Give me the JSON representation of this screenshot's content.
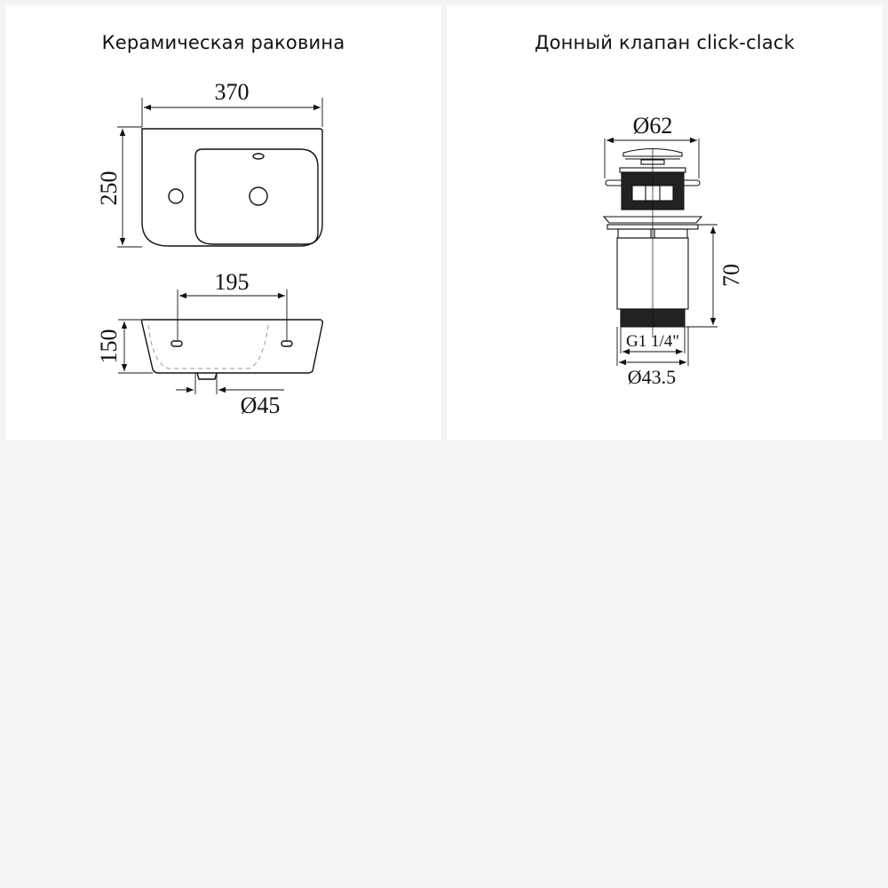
{
  "panels": {
    "sink": {
      "title": "Керамическая раковина",
      "dimensions": {
        "width": "370",
        "depth": "250",
        "tap_hole_spacing": "195",
        "height": "150",
        "drain_diameter": "Ø45"
      }
    },
    "valve": {
      "title": "Донный клапан click-clack",
      "dimensions": {
        "cap_diameter": "Ø62",
        "body_length": "70",
        "thread": "G1 1/4\"",
        "outer_diameter": "Ø43.5"
      }
    }
  },
  "colors": {
    "background": "#f4f4f4",
    "panel": "#ffffff",
    "line": "#111111"
  }
}
